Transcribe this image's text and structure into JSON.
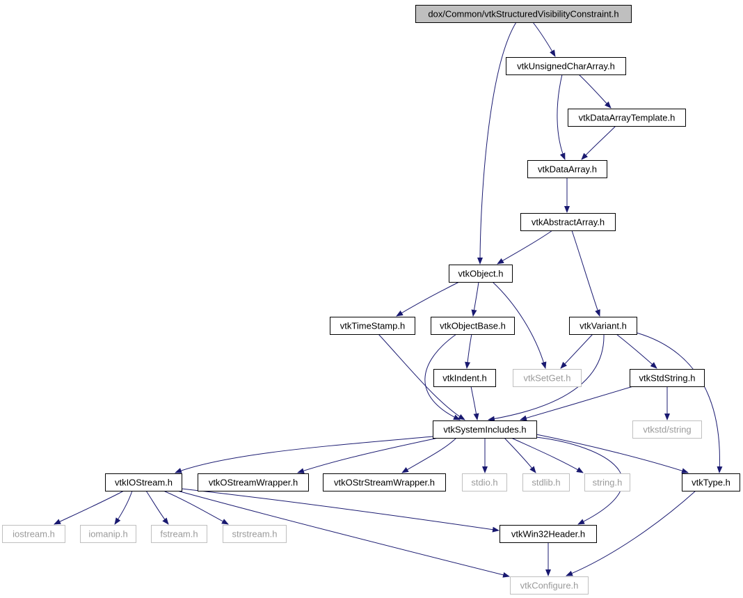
{
  "colors": {
    "edge": "#191970",
    "border_normal": "#000000",
    "border_external": "#bfbfbf",
    "text_normal": "#000000",
    "text_external": "#9a9a9a",
    "root_fill": "#bfbfbf",
    "fill": "#ffffff"
  },
  "nodes": [
    {
      "id": "root",
      "label": "dox/Common/vtkStructuredVisibilityConstraint.h",
      "kind": "root"
    },
    {
      "id": "ucarray",
      "label": "vtkUnsignedCharArray.h",
      "kind": "normal"
    },
    {
      "id": "datatmpl",
      "label": "vtkDataArrayTemplate.h",
      "kind": "normal"
    },
    {
      "id": "dataarray",
      "label": "vtkDataArray.h",
      "kind": "normal"
    },
    {
      "id": "abstract",
      "label": "vtkAbstractArray.h",
      "kind": "normal"
    },
    {
      "id": "object",
      "label": "vtkObject.h",
      "kind": "normal"
    },
    {
      "id": "timestamp",
      "label": "vtkTimeStamp.h",
      "kind": "normal"
    },
    {
      "id": "objbase",
      "label": "vtkObjectBase.h",
      "kind": "normal"
    },
    {
      "id": "variant",
      "label": "vtkVariant.h",
      "kind": "normal"
    },
    {
      "id": "indent",
      "label": "vtkIndent.h",
      "kind": "normal"
    },
    {
      "id": "setget",
      "label": "vtkSetGet.h",
      "kind": "external"
    },
    {
      "id": "stdstring",
      "label": "vtkStdString.h",
      "kind": "normal"
    },
    {
      "id": "sysinc",
      "label": "vtkSystemIncludes.h",
      "kind": "normal"
    },
    {
      "id": "vtkstdstr",
      "label": "vtkstd/string",
      "kind": "external"
    },
    {
      "id": "iostreamh",
      "label": "vtkIOStream.h",
      "kind": "normal"
    },
    {
      "id": "ostreamw",
      "label": "vtkOStreamWrapper.h",
      "kind": "normal"
    },
    {
      "id": "ostrstreamw",
      "label": "vtkOStrStreamWrapper.h",
      "kind": "normal"
    },
    {
      "id": "stdio",
      "label": "stdio.h",
      "kind": "external"
    },
    {
      "id": "stdlib",
      "label": "stdlib.h",
      "kind": "external"
    },
    {
      "id": "string",
      "label": "string.h",
      "kind": "external"
    },
    {
      "id": "type",
      "label": "vtkType.h",
      "kind": "normal"
    },
    {
      "id": "iostream",
      "label": "iostream.h",
      "kind": "external"
    },
    {
      "id": "iomanip",
      "label": "iomanip.h",
      "kind": "external"
    },
    {
      "id": "fstream",
      "label": "fstream.h",
      "kind": "external"
    },
    {
      "id": "strstream",
      "label": "strstream.h",
      "kind": "external"
    },
    {
      "id": "win32",
      "label": "vtkWin32Header.h",
      "kind": "normal"
    },
    {
      "id": "configure",
      "label": "vtkConfigure.h",
      "kind": "external"
    }
  ],
  "edges": [
    {
      "from": "root",
      "to": "ucarray"
    },
    {
      "from": "root",
      "to": "object"
    },
    {
      "from": "ucarray",
      "to": "datatmpl"
    },
    {
      "from": "ucarray",
      "to": "dataarray"
    },
    {
      "from": "datatmpl",
      "to": "dataarray"
    },
    {
      "from": "dataarray",
      "to": "abstract"
    },
    {
      "from": "abstract",
      "to": "object"
    },
    {
      "from": "abstract",
      "to": "variant"
    },
    {
      "from": "object",
      "to": "timestamp"
    },
    {
      "from": "object",
      "to": "objbase"
    },
    {
      "from": "object",
      "to": "setget"
    },
    {
      "from": "objbase",
      "to": "indent"
    },
    {
      "from": "objbase",
      "to": "sysinc"
    },
    {
      "from": "timestamp",
      "to": "sysinc"
    },
    {
      "from": "indent",
      "to": "sysinc"
    },
    {
      "from": "variant",
      "to": "setget"
    },
    {
      "from": "variant",
      "to": "stdstring"
    },
    {
      "from": "variant",
      "to": "sysinc"
    },
    {
      "from": "variant",
      "to": "type"
    },
    {
      "from": "stdstring",
      "to": "sysinc"
    },
    {
      "from": "stdstring",
      "to": "vtkstdstr"
    },
    {
      "from": "sysinc",
      "to": "iostreamh"
    },
    {
      "from": "sysinc",
      "to": "ostreamw"
    },
    {
      "from": "sysinc",
      "to": "ostrstreamw"
    },
    {
      "from": "sysinc",
      "to": "stdio"
    },
    {
      "from": "sysinc",
      "to": "stdlib"
    },
    {
      "from": "sysinc",
      "to": "string"
    },
    {
      "from": "sysinc",
      "to": "type"
    },
    {
      "from": "sysinc",
      "to": "win32"
    },
    {
      "from": "iostreamh",
      "to": "iostream"
    },
    {
      "from": "iostreamh",
      "to": "iomanip"
    },
    {
      "from": "iostreamh",
      "to": "fstream"
    },
    {
      "from": "iostreamh",
      "to": "strstream"
    },
    {
      "from": "iostreamh",
      "to": "win32"
    },
    {
      "from": "iostreamh",
      "to": "configure"
    },
    {
      "from": "win32",
      "to": "configure"
    },
    {
      "from": "type",
      "to": "configure"
    }
  ]
}
